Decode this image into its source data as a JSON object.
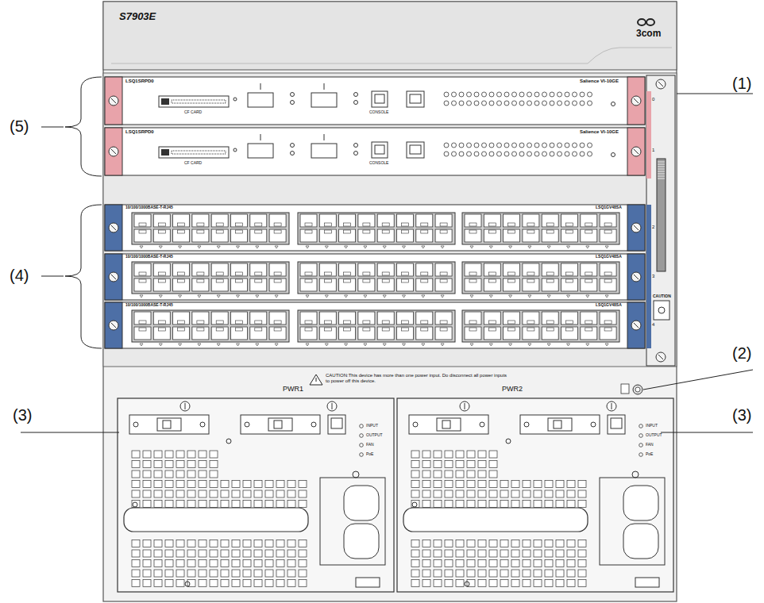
{
  "diagram": {
    "labels": [
      "S7903E",
      "3com",
      "(1)",
      "(2)",
      "(3)",
      "(3)",
      "(4)",
      "(5)",
      "PWR1",
      "PWR2",
      "CAUTION:This device has more than one power input. Do disconnect all power inputs to power off this device.",
      "LSQ1SRPD0",
      "LSQ1SRPD0",
      "Salience VI-10GE",
      "Salience VI-10GE",
      "0",
      "1",
      "2",
      "3",
      "4",
      "10/100/1000BASE-T-RJ45",
      "10/100/1000BASE-T-RJ45",
      "10/100/1000BASE-T-RJ45",
      "LSQ1GV48SA",
      "LSQ1GV48SA",
      "LSQ1GV48SA",
      "CF CARD",
      "CF CARD",
      "CONSOLE",
      "CONSOLE",
      "CAUTION",
      "INPUT",
      "OUTPUT",
      "FAN",
      "PoE",
      "INPUT",
      "OUTPUT",
      "FAN",
      "PoE"
    ]
  }
}
